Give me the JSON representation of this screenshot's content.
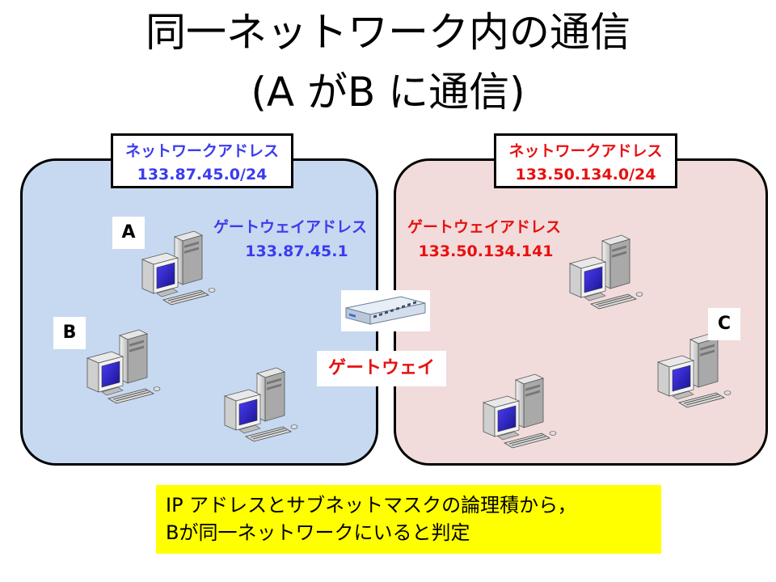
{
  "title": {
    "line1": "同一ネットワーク内の通信",
    "line2": "(A がB に通信)"
  },
  "left_network": {
    "heading": "ネットワークアドレス",
    "address": "133.87.45.0/24",
    "gateway_heading": "ゲートウェイアドレス",
    "gateway_address": "133.87.45.1",
    "color": "#3b3bf0",
    "background": "#c6d9f0"
  },
  "right_network": {
    "heading": "ネットワークアドレス",
    "address": "133.50.134.0/24",
    "gateway_heading": "ゲートウェイアドレス",
    "gateway_address": "133.50.134.141",
    "color": "#e81010",
    "background": "#f1dcdb"
  },
  "hosts": {
    "a": "A",
    "b": "B",
    "c": "C"
  },
  "gateway": {
    "label": "ゲートウェイ",
    "icon": "switch-hub-icon"
  },
  "note": {
    "line1": "IP アドレスとサブネットマスクの論理積から，",
    "line2": "Bが同一ネットワークにいると判定"
  }
}
